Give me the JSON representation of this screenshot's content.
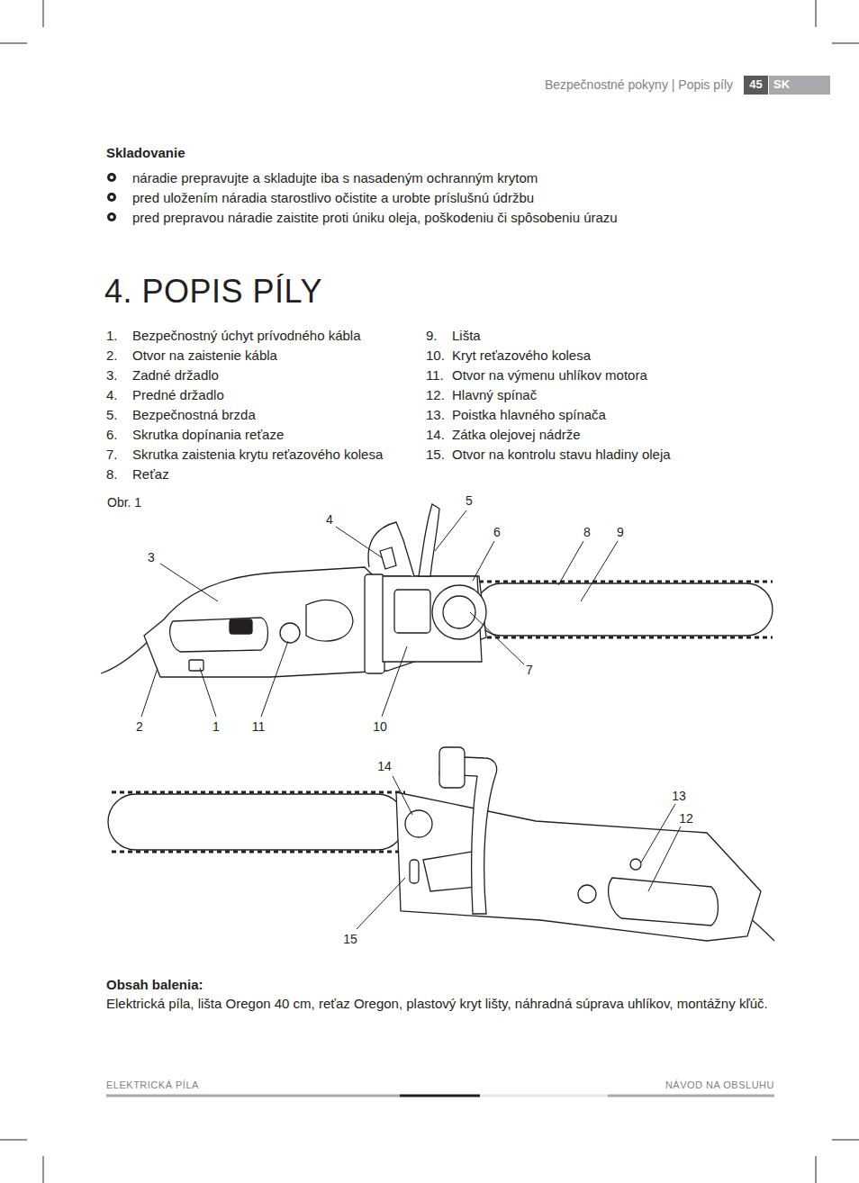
{
  "diagram": {
    "title": "4. POPIS PÍLY",
    "labels": [
      "Bezpečnostné pokyny | Popis píly",
      "45",
      "SK",
      "Skladovanie",
      "náradie prepravujte a skladujte iba s nasadeným ochranným krytom",
      "pred uložením náradia starostlivo očistite a urobte príslušnú údržbu",
      "pred prepravou náradie zaistite proti úniku oleja, poškodeniu či spôsobeniu úrazu",
      "1.",
      "Bezpečnostný úchyt prívodného kábla",
      "2.",
      "Otvor na zaistenie kábla",
      "3.",
      "Zadné držadlo",
      "4.",
      "Predné držadlo",
      "5.",
      "Bezpečnostná brzda",
      "6.",
      "Skrutka dopínania reťaze",
      "7.",
      "Skrutka zaistenia krytu reťazového kolesa",
      "8.",
      "Reťaz",
      "9.",
      "Lišta",
      "10.",
      "Kryt reťazového kolesa",
      "11.",
      "Otvor na výmenu uhlíkov motora",
      "12.",
      "Hlavný spínač",
      "13.",
      "Poistka hlavného spínača",
      "14.",
      "Zátka olejovej nádrže",
      "15.",
      "Otvor na kontrolu stavu hladiny oleja",
      "Obr. 1",
      "5",
      "4",
      "6",
      "8",
      "9",
      "3",
      "7",
      "2",
      "1",
      "11",
      "10",
      "14",
      "13",
      "12",
      "15",
      "Obsah balenia:",
      "Elektrická píla, lišta Oregon 40 cm, reťaz Oregon, plastový kryt lišty, náhradná súprava uhlíkov, montážny kľúč.",
      "ELEKTRICKÁ PÍLA",
      "NÁVOD NA OBSLUHU"
    ]
  }
}
